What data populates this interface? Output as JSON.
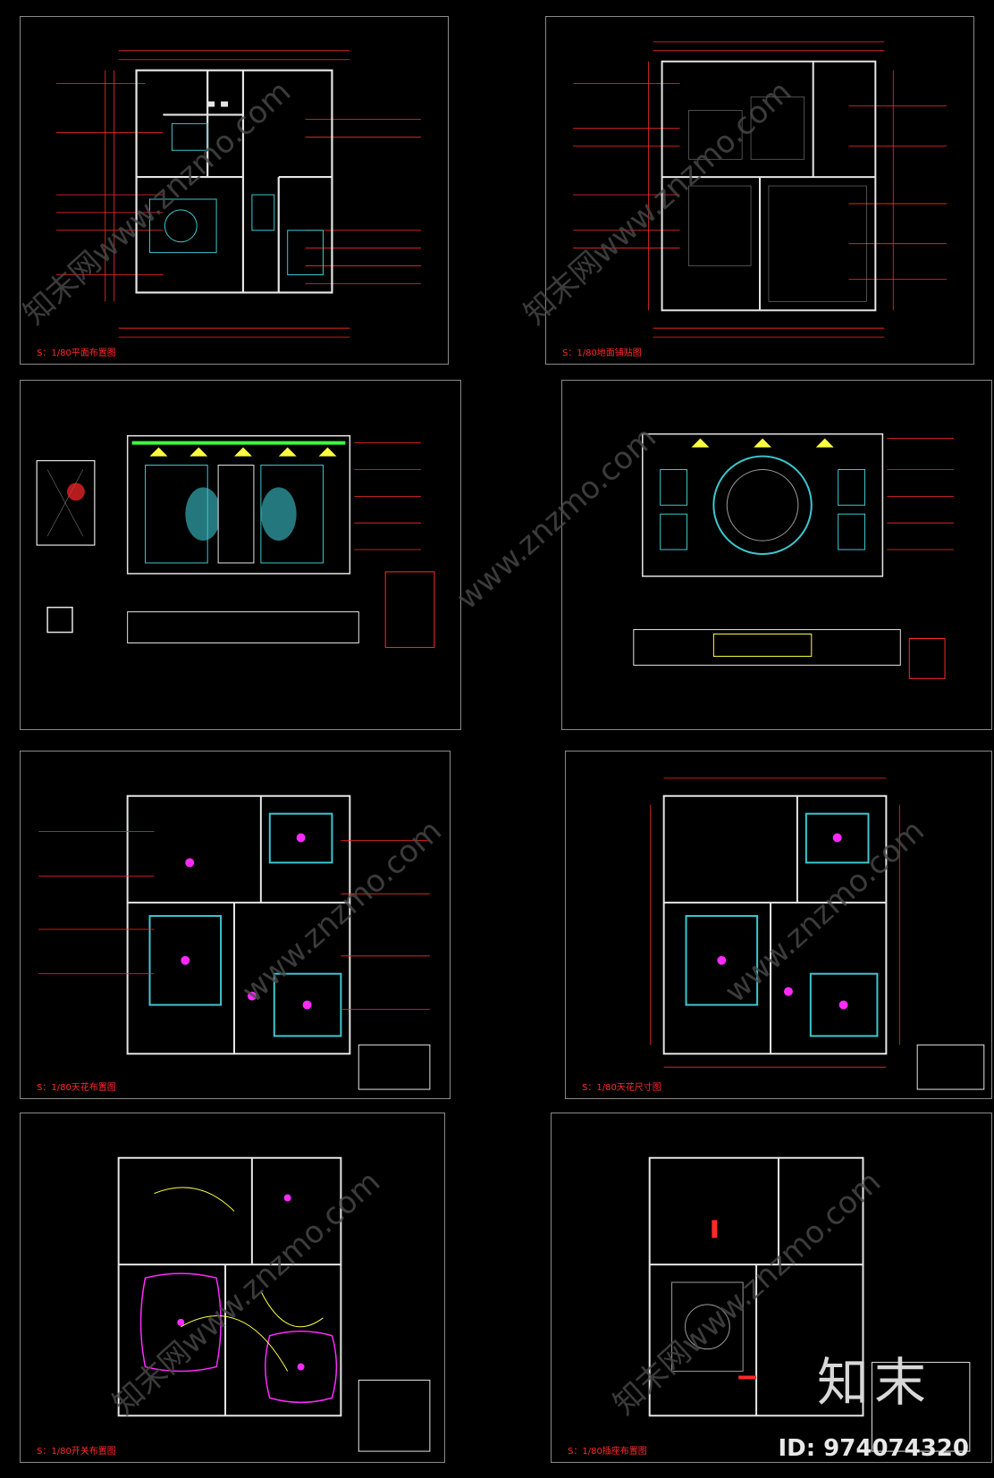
{
  "sheets": [
    {
      "scale_label": "S：1/80平面布置图"
    },
    {
      "scale_label": "S：1/80地面铺贴图"
    },
    {
      "scale_label": ""
    },
    {
      "scale_label": ""
    },
    {
      "scale_label": "S：1/80天花布置图"
    },
    {
      "scale_label": "S：1/80天花尺寸图"
    },
    {
      "scale_label": "S：1/80开关布置图"
    },
    {
      "scale_label": "S：1/80插座布置图"
    }
  ],
  "watermark": {
    "cn": "知末网www.znzmo.com",
    "url": "www.znzmo.com",
    "brand": "知末",
    "id": "ID: 974074320"
  },
  "colors": {
    "background": "#000000",
    "frame": "#8a8a8a",
    "dimension": "#ff2a2a",
    "wall": "#e6e6e6",
    "cyan": "#3cc8d0",
    "magenta": "#ff2aff",
    "yellow": "#ffff40"
  }
}
